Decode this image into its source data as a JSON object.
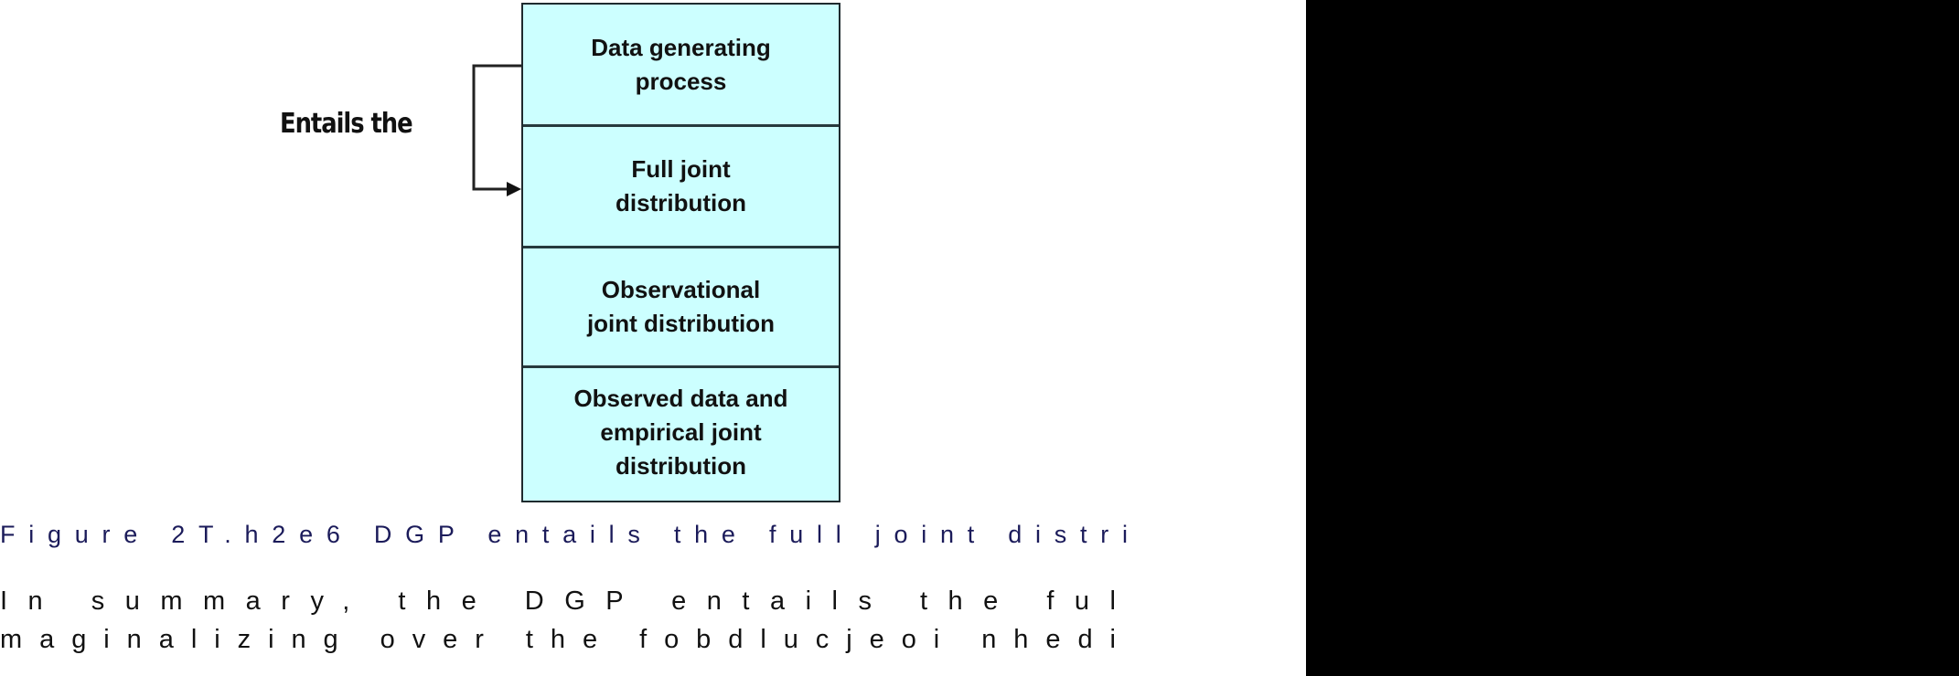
{
  "figure": {
    "boxes": [
      {
        "label": "Data generating\nprocess"
      },
      {
        "label": "Full joint\ndistribution"
      },
      {
        "label": "Observational\njoint distribution"
      },
      {
        "label": "Observed data and\nempirical joint\ndistribution"
      }
    ],
    "arrow_label": "Entails the",
    "box_fill": "#ccffff",
    "border_color": "#1e2a2e"
  },
  "caption": {
    "text": "Figure 2T.h2e6 DGP entails the full joint distri",
    "color": "#1b1b5a"
  },
  "body": {
    "lines": [
      "In summary, the DGP entails the ful",
      "maginalizing over the fobdlucjeoi nhedi"
    ]
  }
}
